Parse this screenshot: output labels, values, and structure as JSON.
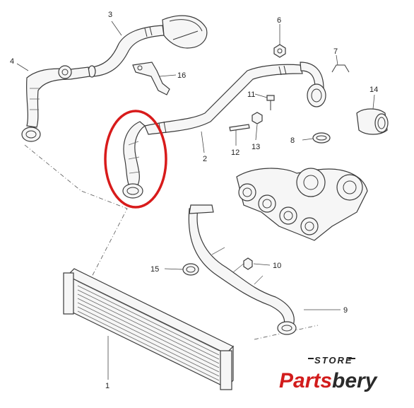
{
  "callouts": {
    "c1": "1",
    "c2": "2",
    "c3": "3",
    "c4": "4",
    "c6": "6",
    "c7": "7",
    "c8": "8",
    "c9": "9",
    "c10": "10",
    "c11": "11",
    "c12": "12",
    "c13": "13",
    "c14": "14",
    "c15": "15",
    "c16": "16"
  },
  "brand": {
    "store": "STORE",
    "name_part1": "Parts",
    "name_part2": "bery",
    "color_red": "#d21c1c",
    "color_dark": "#2a2a2a"
  },
  "highlight": {
    "color": "#d81b1b",
    "shape": "ellipse"
  }
}
